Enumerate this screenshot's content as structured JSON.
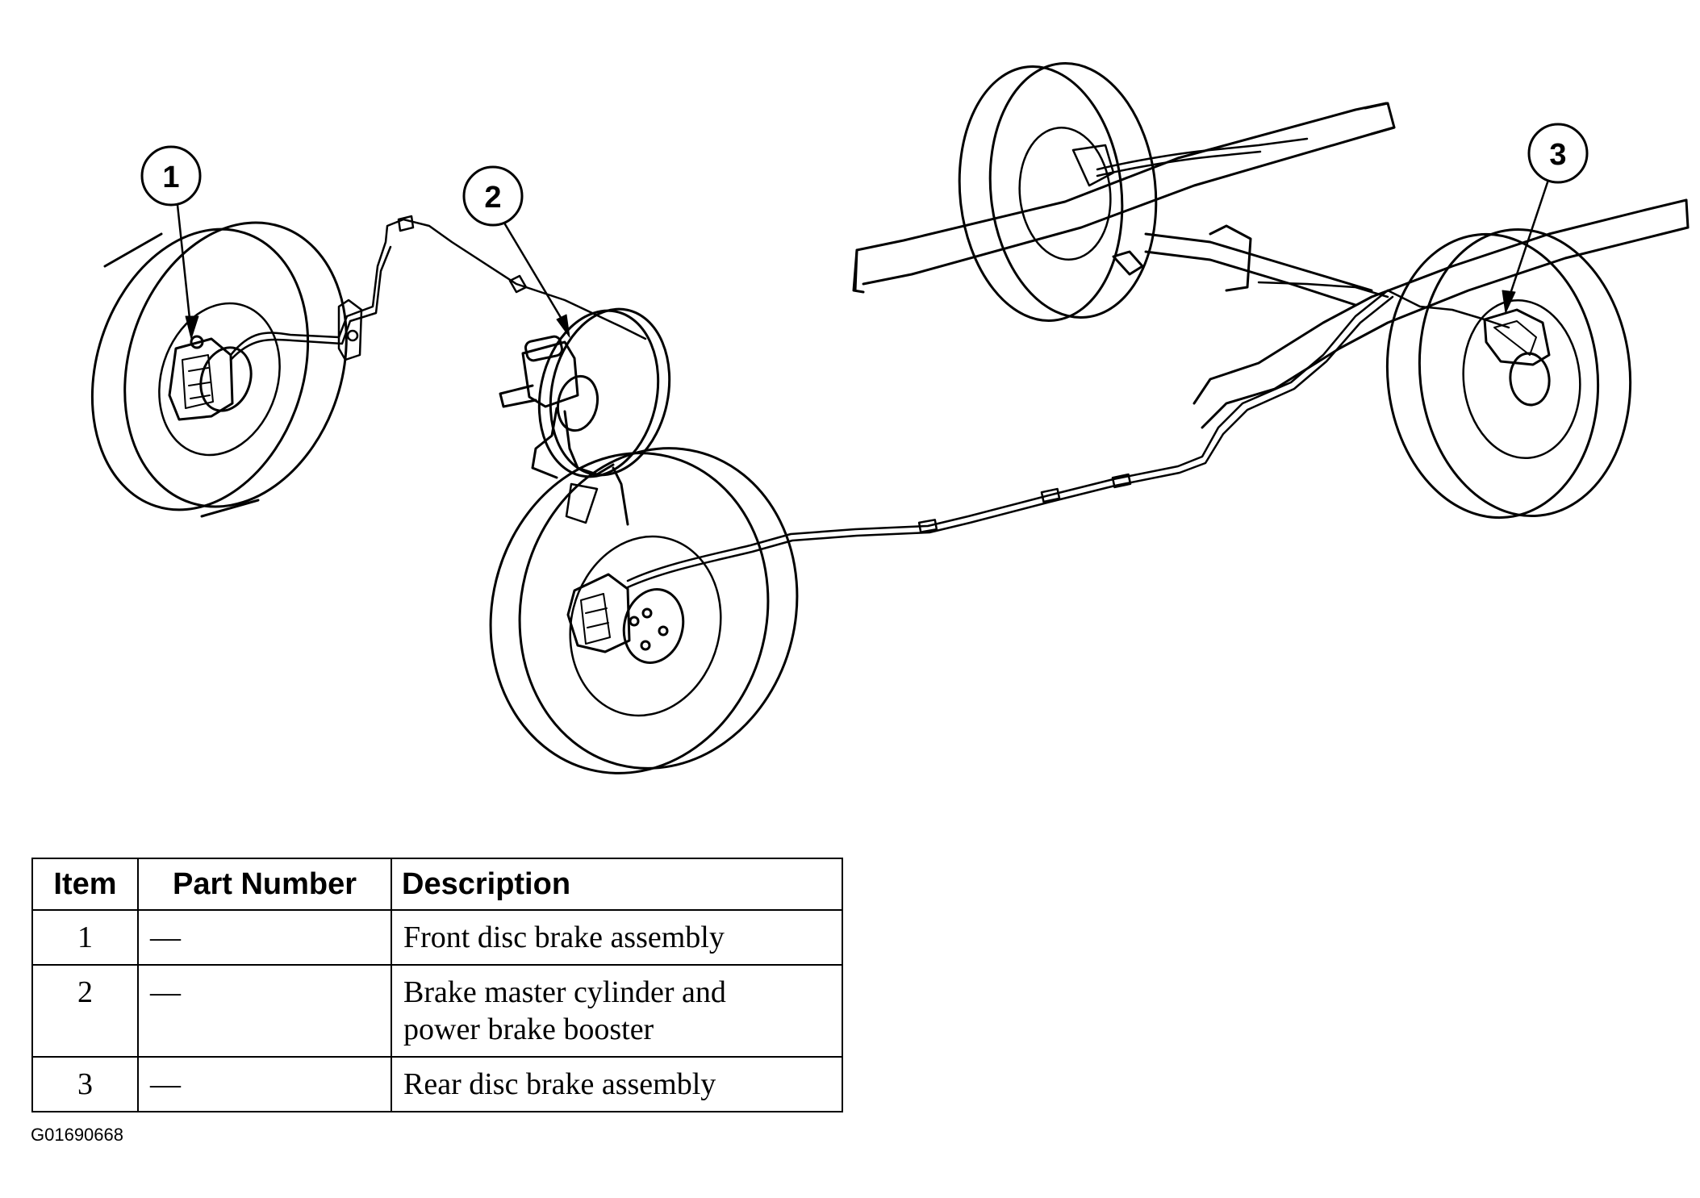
{
  "callouts": [
    {
      "label": "1"
    },
    {
      "label": "2"
    },
    {
      "label": "3"
    }
  ],
  "table": {
    "headers": {
      "item": "Item",
      "part_number": "Part Number",
      "description": "Description"
    },
    "rows": [
      {
        "item": "1",
        "part_number": "—",
        "description": "Front disc brake assembly"
      },
      {
        "item": "2",
        "part_number": "—",
        "description_line1": "Brake master cylinder and",
        "description_line2": "power brake booster"
      },
      {
        "item": "3",
        "part_number": "—",
        "description": "Rear disc brake assembly"
      }
    ]
  },
  "figure_code": "G01690668",
  "colors": {
    "ink": "#000000",
    "background": "#ffffff"
  }
}
